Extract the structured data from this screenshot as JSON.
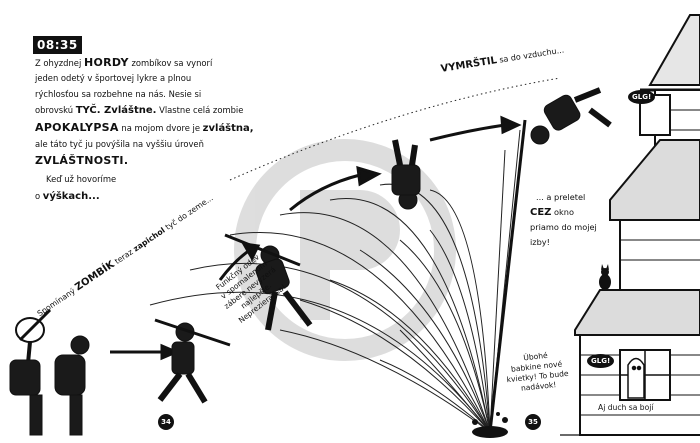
{
  "time": "08:35",
  "intro": {
    "l1_a": "Z ohyzdnej ",
    "l1_b": "HORDY",
    "l1_c": " zombíkov sa vynorí",
    "l2": "jeden odetý v športovej lykre a plnou",
    "l3": "rýchlosťou sa rozbehne na nás. Nesie si",
    "l4_a": "obrovskú ",
    "l4_b": "TYČ. Zvláštne.",
    "l4_c": " Vlastne celá zombie",
    "l5_a": "APOKALYPSA",
    "l5_b": " na mojom dvore je ",
    "l5_c": "zvláštna,",
    "l6": "ale táto tyč ju povýšila na vyššiu úroveň",
    "l7": "ZVLÁŠTNOSTI.",
    "l8": "Keď už hovoríme",
    "l9_a": "o ",
    "l9_b": "výškach..."
  },
  "arc_text": {
    "verb": "VYMRŠTIL",
    "rest": " sa do vzduchu..."
  },
  "diagonal_text": {
    "a": "Spomínaný ",
    "b": "ZOMBÍK",
    "c": " teraz ",
    "d": "zapichol",
    "e": " tyč do zeme..."
  },
  "small_note": {
    "l1": "Funkčný odev",
    "l2": "v spomalenom",
    "l3": "zábere nevyzerá",
    "l4": "najlepšie.",
    "l5": "Neprezieraj sa!"
  },
  "right_text": {
    "l1": "... a preletel",
    "l2_a": "CEZ",
    "l2_b": " okno",
    "l3": "priamo do mojej",
    "l4": "izby!"
  },
  "flower_note": {
    "l1": "Úbohé",
    "l2": "babkine nové",
    "l3": "kvietky! ",
    "l4": "To bude",
    "l5": "nadávok!"
  },
  "ghost_note": "Aj duch sa bojí",
  "bubbles": {
    "top": "GLG!",
    "window": "GLG!"
  },
  "page_numbers": {
    "left": "34",
    "right": "35"
  }
}
